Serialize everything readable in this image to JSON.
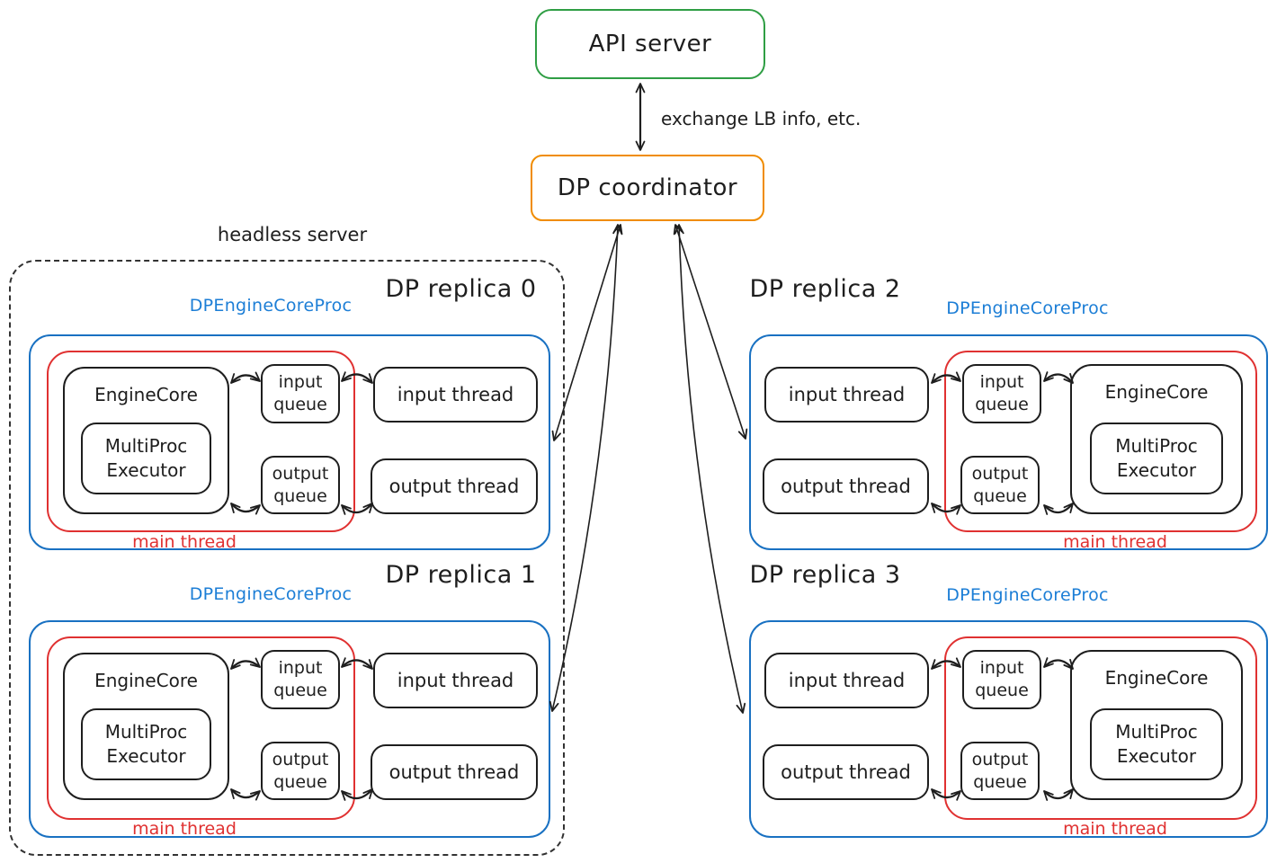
{
  "api_server": {
    "label": "API server"
  },
  "coordinator": {
    "label": "DP coordinator"
  },
  "api_coordinator_link_label": "exchange LB info, etc.",
  "headless_group": {
    "label": "headless server"
  },
  "replicas": [
    {
      "title": "DP replica 0",
      "proc_label": "DPEngineCoreProc",
      "engine_core_label": "EngineCore",
      "executor_label": "MultiProc Executor",
      "input_queue_label": "input queue",
      "output_queue_label": "output queue",
      "input_thread_label": "input thread",
      "output_thread_label": "output thread",
      "main_thread_label": "main thread"
    },
    {
      "title": "DP replica 1",
      "proc_label": "DPEngineCoreProc",
      "engine_core_label": "EngineCore",
      "executor_label": "MultiProc Executor",
      "input_queue_label": "input queue",
      "output_queue_label": "output queue",
      "input_thread_label": "input thread",
      "output_thread_label": "output thread",
      "main_thread_label": "main thread"
    },
    {
      "title": "DP replica 2",
      "proc_label": "DPEngineCoreProc",
      "engine_core_label": "EngineCore",
      "executor_label": "MultiProc Executor",
      "input_queue_label": "input queue",
      "output_queue_label": "output queue",
      "input_thread_label": "input thread",
      "output_thread_label": "output thread",
      "main_thread_label": "main thread"
    },
    {
      "title": "DP replica 3",
      "proc_label": "DPEngineCoreProc",
      "engine_core_label": "EngineCore",
      "executor_label": "MultiProc Executor",
      "input_queue_label": "input queue",
      "output_queue_label": "output queue",
      "input_thread_label": "input thread",
      "output_thread_label": "output thread",
      "main_thread_label": "main thread"
    }
  ],
  "connections": [
    "API server <-> DP coordinator",
    "DP coordinator <-> DP replica 0",
    "DP coordinator <-> DP replica 1",
    "DP coordinator <-> DP replica 2",
    "DP coordinator <-> DP replica 3",
    "EngineCore <-> input queue <-> input thread",
    "EngineCore <-> output queue <-> output thread"
  ],
  "colors": {
    "green": "#2f9e44",
    "orange": "#f08c00",
    "blue": "#1971c2",
    "blue-text": "#1c7ed6",
    "red": "#e03131",
    "ink": "#1e1e1e",
    "bg": "#ffffff"
  }
}
